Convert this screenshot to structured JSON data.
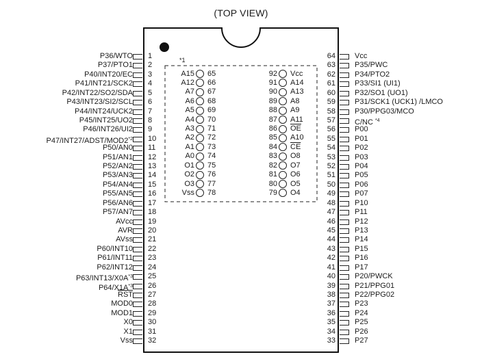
{
  "title": "(TOP VIEW)",
  "note_marker": "*1",
  "left_pins": [
    {
      "num": "1",
      "label": "P36/WTO"
    },
    {
      "num": "2",
      "label": "P37/PTO1"
    },
    {
      "num": "3",
      "label": "P40/INT20/EC"
    },
    {
      "num": "4",
      "label": "P41/INT21/SCK2"
    },
    {
      "num": "5",
      "label": "P42/INT22/SO2/SDA"
    },
    {
      "num": "6",
      "label": "P43/INT23/SI2/SCL"
    },
    {
      "num": "7",
      "label": "P44/INT24/UCK2"
    },
    {
      "num": "8",
      "label": "P45/INT25/UO2"
    },
    {
      "num": "9",
      "label": "P46/INT26/UI2"
    },
    {
      "num": "10",
      "label": "P47/INT27/ADST/MOD2",
      "sup": "*2"
    },
    {
      "num": "11",
      "label": "P50/AN0"
    },
    {
      "num": "12",
      "label": "P51/AN1"
    },
    {
      "num": "13",
      "label": "P52/AN2"
    },
    {
      "num": "14",
      "label": "P53/AN3"
    },
    {
      "num": "15",
      "label": "P54/AN4"
    },
    {
      "num": "16",
      "label": "P55/AN5"
    },
    {
      "num": "17",
      "label": "P56/AN6"
    },
    {
      "num": "18",
      "label": "P57/AN7"
    },
    {
      "num": "19",
      "label": "AVcc"
    },
    {
      "num": "20",
      "label": "AVR"
    },
    {
      "num": "21",
      "label": "AVss"
    },
    {
      "num": "22",
      "label": "P60/INT10"
    },
    {
      "num": "23",
      "label": "P61/INT11"
    },
    {
      "num": "24",
      "label": "P62/INT12"
    },
    {
      "num": "25",
      "label": "P63/INT13/X0A",
      "sup": "*3"
    },
    {
      "num": "26",
      "label": "P64/X1A",
      "sup": "*3"
    },
    {
      "num": "27",
      "label": "RST",
      "overline": true
    },
    {
      "num": "28",
      "label": "MOD0"
    },
    {
      "num": "29",
      "label": "MOD1"
    },
    {
      "num": "30",
      "label": "X0"
    },
    {
      "num": "31",
      "label": "X1"
    },
    {
      "num": "32",
      "label": "Vss"
    }
  ],
  "right_pins": [
    {
      "num": "64",
      "label": "Vcc"
    },
    {
      "num": "63",
      "label": "P35/PWC"
    },
    {
      "num": "62",
      "label": "P34/PTO2"
    },
    {
      "num": "61",
      "label": "P33/SI1 (UI1)"
    },
    {
      "num": "60",
      "label": "P32/SO1 (UO1)"
    },
    {
      "num": "59",
      "label": "P31/SCK1 (UCK1) /LMCO"
    },
    {
      "num": "58",
      "label": "P30/PPG03/MCO"
    },
    {
      "num": "57",
      "label": "C/NC",
      "sup": "*4"
    },
    {
      "num": "56",
      "label": "P00"
    },
    {
      "num": "55",
      "label": "P01"
    },
    {
      "num": "54",
      "label": "P02"
    },
    {
      "num": "53",
      "label": "P03"
    },
    {
      "num": "52",
      "label": "P04"
    },
    {
      "num": "51",
      "label": "P05"
    },
    {
      "num": "50",
      "label": "P06"
    },
    {
      "num": "49",
      "label": "P07"
    },
    {
      "num": "48",
      "label": "P10"
    },
    {
      "num": "47",
      "label": "P11"
    },
    {
      "num": "46",
      "label": "P12"
    },
    {
      "num": "45",
      "label": "P13"
    },
    {
      "num": "44",
      "label": "P14"
    },
    {
      "num": "43",
      "label": "P15"
    },
    {
      "num": "42",
      "label": "P16"
    },
    {
      "num": "41",
      "label": "P17"
    },
    {
      "num": "40",
      "label": "P20/PWCK"
    },
    {
      "num": "39",
      "label": "P21/PPG01"
    },
    {
      "num": "38",
      "label": "P22/PPG02"
    },
    {
      "num": "37",
      "label": "P23"
    },
    {
      "num": "36",
      "label": "P24"
    },
    {
      "num": "35",
      "label": "P25"
    },
    {
      "num": "34",
      "label": "P26"
    },
    {
      "num": "33",
      "label": "P27"
    }
  ],
  "inner_left": [
    {
      "name": "A15",
      "num": "65"
    },
    {
      "name": "A12",
      "num": "66"
    },
    {
      "name": "A7",
      "num": "67"
    },
    {
      "name": "A6",
      "num": "68"
    },
    {
      "name": "A5",
      "num": "69"
    },
    {
      "name": "A4",
      "num": "70"
    },
    {
      "name": "A3",
      "num": "71"
    },
    {
      "name": "A2",
      "num": "72"
    },
    {
      "name": "A1",
      "num": "73"
    },
    {
      "name": "A0",
      "num": "74"
    },
    {
      "name": "O1",
      "num": "75"
    },
    {
      "name": "O2",
      "num": "76"
    },
    {
      "name": "O3",
      "num": "77"
    },
    {
      "name": "Vss",
      "num": "78"
    }
  ],
  "inner_right": [
    {
      "num": "92",
      "name": "Vcc"
    },
    {
      "num": "91",
      "name": "A14"
    },
    {
      "num": "90",
      "name": "A13"
    },
    {
      "num": "89",
      "name": "A8"
    },
    {
      "num": "88",
      "name": "A9"
    },
    {
      "num": "87",
      "name": "A11"
    },
    {
      "num": "86",
      "name": "OE",
      "overline": true
    },
    {
      "num": "85",
      "name": "A10"
    },
    {
      "num": "84",
      "name": "CE",
      "overline": true
    },
    {
      "num": "83",
      "name": "O8"
    },
    {
      "num": "82",
      "name": "O7"
    },
    {
      "num": "81",
      "name": "O6"
    },
    {
      "num": "80",
      "name": "O5"
    },
    {
      "num": "79",
      "name": "O4"
    }
  ]
}
